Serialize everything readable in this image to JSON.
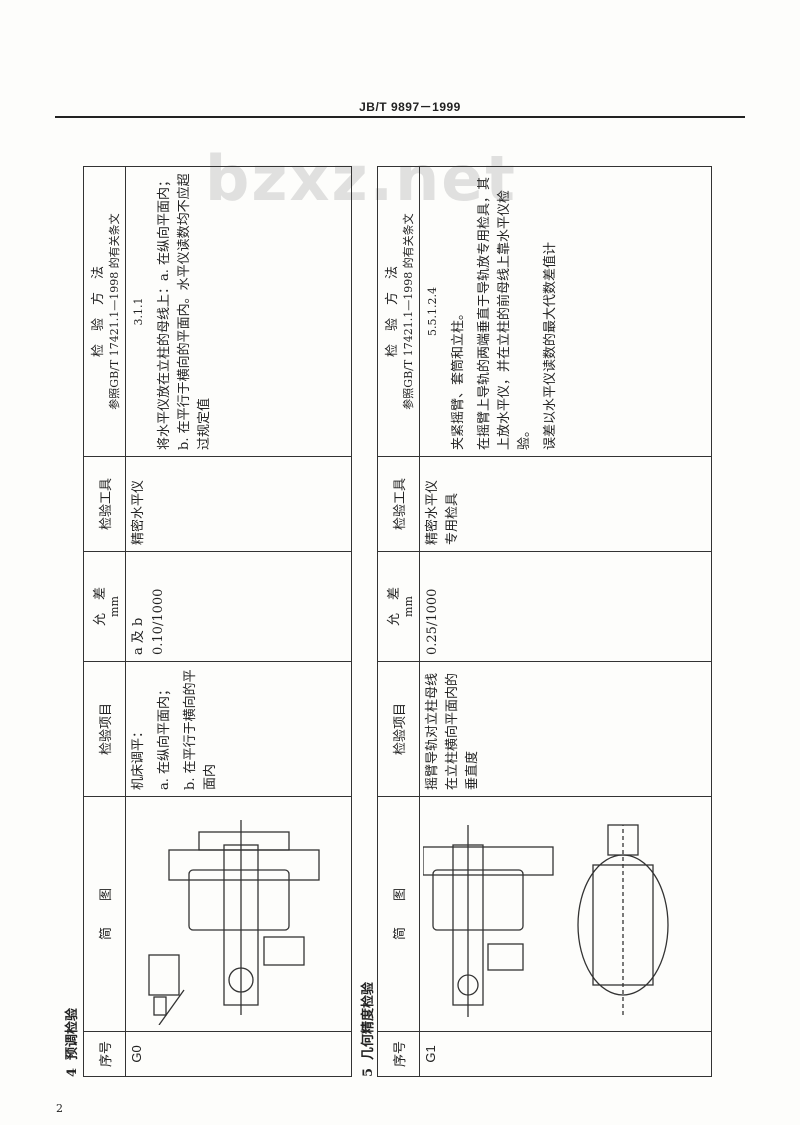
{
  "header": {
    "standard": "JB/T 9897－1999"
  },
  "watermark": "bzxz.net",
  "page_number": "2",
  "columns": {
    "seq": "序号",
    "diagram": "简　　图",
    "item": "检验项目",
    "tolerance": "允　差",
    "tolerance_unit": "mm",
    "tool": "检验工具",
    "method": "检　验　方　法",
    "method_ref": "参照GB/T 17421.1—1998 的有关条文"
  },
  "section4": {
    "number": "4",
    "title": "预调检验",
    "row": {
      "seq": "G0",
      "item": [
        "机床调平：",
        "a. 在纵向平面内；",
        "b. 在平行于横向的平面内"
      ],
      "tolerance": [
        "a 及 b",
        "0.10/1000"
      ],
      "tool": "精密水平仪",
      "clause": "3.1.1",
      "method": "将水平仪放在立柱的母线上：a. 在纵向平面内；b. 在平行于横向的平面内。水平仪读数均不应超过规定值"
    }
  },
  "section5": {
    "number": "5",
    "title": "几何精度检验",
    "row": {
      "seq": "G1",
      "item": "摇臂导轨对立柱母线在立柱横向平面内的垂直度",
      "tolerance": "0.25/1000",
      "tool": [
        "精密水平仪",
        "专用检具"
      ],
      "clause": "5.5.1.2.4",
      "method": [
        "夹紧摇臂、套筒和立柱。",
        "在摇臂上导轨的两端垂直于导轨放专用检具，其上放水平仪，并在立柱的前母线上靠水平仪检验。",
        "误差以水平仪读数的最大代数差值计"
      ]
    }
  }
}
